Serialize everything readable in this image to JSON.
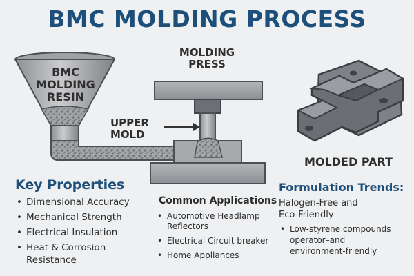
{
  "title": "BMC MOLDING PROCESS",
  "hopper_label": [
    "BMC",
    "MOLDING",
    "RESIN"
  ],
  "press_label": [
    "MOLDING",
    "PRESS"
  ],
  "upper_mold_label": [
    "UPPER",
    "MOLD"
  ],
  "molded_part_label": "MOLDED PART",
  "key_properties": {
    "heading": "Key Properties",
    "items": [
      "Dimensional Accuracy",
      "Mechanical Strength",
      "Electrical Insulation",
      "Heat & Corrosion Resistance"
    ]
  },
  "common_applications": {
    "heading": "Common Applications",
    "items": [
      "Automotive Headlamp Reflectors",
      "Electrical Circuit breaker",
      "Home Appliances"
    ]
  },
  "formulation_trends": {
    "heading": "Formulation Trends:",
    "subheading": "Halogen-Free and Eco-Friendly",
    "items": [
      "Low-styrene compounds operator–and environment-friendly"
    ]
  },
  "colors": {
    "title": "#1d4f7a",
    "metal_light": "#b3b6b9",
    "metal_mid": "#8d9094",
    "metal_dark": "#5b5e62",
    "resin": "#9a9ea2"
  }
}
